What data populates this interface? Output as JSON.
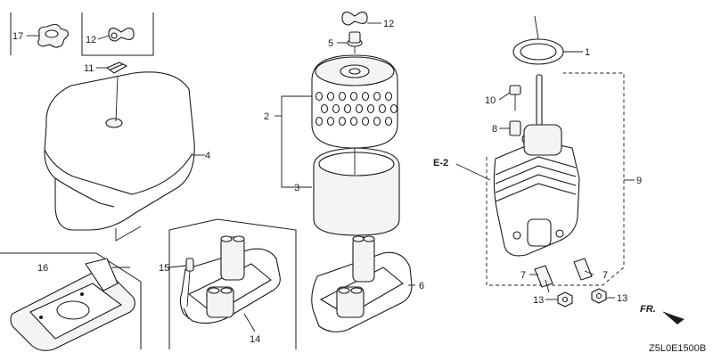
{
  "callouts": {
    "c1": "1",
    "c2": "2",
    "c3": "3",
    "c4": "4",
    "c5": "5",
    "c6": "6",
    "c7a": "7",
    "c7b": "7",
    "c8": "8",
    "c9": "9",
    "c10": "10",
    "c11": "11",
    "c12a": "12",
    "c12b": "12",
    "c13a": "13",
    "c13b": "13",
    "c14": "14",
    "c15": "15",
    "c16": "16",
    "c17": "17"
  },
  "reference": "E-2",
  "direction": "FR.",
  "diagram_code": "Z5L0E1500B"
}
